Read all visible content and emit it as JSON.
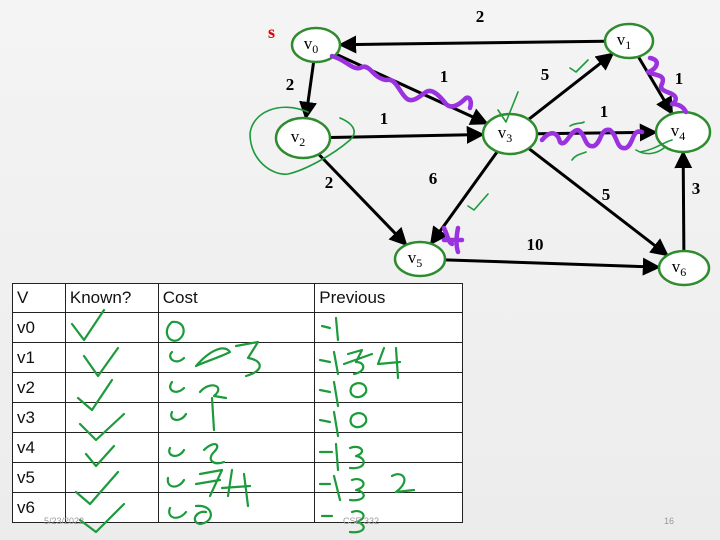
{
  "graph": {
    "source_marker": "s",
    "nodes": [
      {
        "id": "v0",
        "base": "v",
        "sub": "0"
      },
      {
        "id": "v1",
        "base": "v",
        "sub": "1"
      },
      {
        "id": "v2",
        "base": "v",
        "sub": "2"
      },
      {
        "id": "v3",
        "base": "v",
        "sub": "3"
      },
      {
        "id": "v4",
        "base": "v",
        "sub": "4"
      },
      {
        "id": "v5",
        "base": "v",
        "sub": "5"
      },
      {
        "id": "v6",
        "base": "v",
        "sub": "6"
      }
    ],
    "edges": [
      {
        "from": "v1",
        "to": "v0",
        "weight": "2"
      },
      {
        "from": "v0",
        "to": "v2",
        "weight": "2"
      },
      {
        "from": "v0",
        "to": "v3",
        "weight": "1"
      },
      {
        "from": "v1",
        "to": "v4",
        "weight": "1"
      },
      {
        "from": "v3",
        "to": "v1",
        "weight": "5"
      },
      {
        "from": "v2",
        "to": "v3",
        "weight": "1"
      },
      {
        "from": "v3",
        "to": "v4",
        "weight": "1"
      },
      {
        "from": "v2",
        "to": "v5",
        "weight": "2"
      },
      {
        "from": "v3",
        "to": "v5",
        "weight": "6"
      },
      {
        "from": "v3",
        "to": "v6",
        "weight": "5"
      },
      {
        "from": "v6",
        "to": "v4",
        "weight": "3"
      },
      {
        "from": "v5",
        "to": "v6",
        "weight": "10"
      }
    ]
  },
  "table": {
    "headers": [
      "V",
      "Known?",
      "Cost",
      "Previous"
    ],
    "rows": [
      {
        "v": "v0",
        "known": "",
        "cost": "",
        "previous": ""
      },
      {
        "v": "v1",
        "known": "",
        "cost": "",
        "previous": ""
      },
      {
        "v": "v2",
        "known": "",
        "cost": "",
        "previous": ""
      },
      {
        "v": "v3",
        "known": "",
        "cost": "",
        "previous": ""
      },
      {
        "v": "v4",
        "known": "",
        "cost": "",
        "previous": ""
      },
      {
        "v": "v5",
        "known": "",
        "cost": "",
        "previous": ""
      },
      {
        "v": "v6",
        "known": "",
        "cost": "",
        "previous": ""
      }
    ]
  },
  "footer": {
    "date": "5/23/2022",
    "course": "CSE 332",
    "page": "16"
  },
  "colors": {
    "node_stroke": "#2e8b2e",
    "node_fill": "#ffffff",
    "edge": "#000000",
    "source_marker": "#e00000",
    "ink_green": "#1c9a3c",
    "ink_purple": "#9b32e0"
  }
}
